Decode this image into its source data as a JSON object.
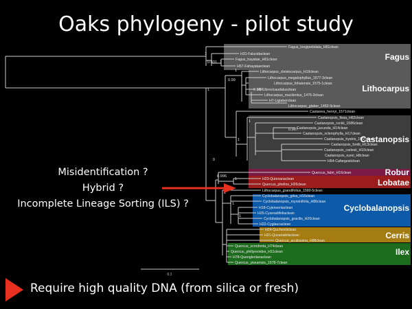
{
  "slide": {
    "title": "Oaks phylogeny - pilot study",
    "questions": [
      "Misidentification ?",
      "Hybrid ?",
      "Incomplete Lineage Sorting (ILS) ?"
    ],
    "footer": "Require high quality DNA (from silica or fresh)",
    "scale_label": "0.1"
  },
  "colors": {
    "fagus": "#5a5a5a",
    "lithocarpus": "#5a5a5a",
    "castanopsis": "#3d3d3d",
    "robur": "#7a1a45",
    "lobatae": "#9a1c1c",
    "cyclobalanopsis": "#0d5aa8",
    "cerris": "#a57c12",
    "ilex": "#1d6b1d",
    "arrow": "#e8301f"
  },
  "clades": [
    {
      "key": "fagus",
      "label": "Fagus",
      "color": "#5a5a5a"
    },
    {
      "key": "lithocarpus",
      "label": "Lithocarpus",
      "color": "#5a5a5a"
    },
    {
      "key": "castanopsis",
      "label": "Castanopsis",
      "color": "#3d3d3d"
    },
    {
      "key": "robur",
      "label": "Robur",
      "color": "#7a1a45"
    },
    {
      "key": "lobatae",
      "label": "Lobatae",
      "color": "#9a1c1c"
    },
    {
      "key": "cyclobalanopsis",
      "label": "Cyclobalanopsis",
      "color": "#0d5aa8"
    },
    {
      "key": "cerris",
      "label": "Cerris",
      "color": "#a57c12"
    },
    {
      "key": "ilex",
      "label": "Ilex",
      "color": "#1d6b1d"
    }
  ],
  "support_values": [
    "1",
    "0.031",
    "1",
    "1",
    "0.99",
    "0.997",
    "1",
    "1",
    "0.987",
    "1",
    "0.996",
    "1",
    "1",
    "1",
    "1",
    "0"
  ],
  "taxa": [
    {
      "name": "Fagus_longipetiolata_H81clean",
      "clade": "fagus"
    },
    {
      "name": "H31-Falucidaclean",
      "clade": "fagus"
    },
    {
      "name": "Fagus_hayatae_H61clean",
      "clade": "fagus"
    },
    {
      "name": "H57-Fahayataeclean",
      "clade": "fagus"
    },
    {
      "name": "Lithocarpus_cleistocarpus_H19clean",
      "clade": "lithocarpus"
    },
    {
      "name": "Lithocarpus_megalophyllus_1577-3clean",
      "clade": "lithocarpus"
    },
    {
      "name": "Lithocarpus_fohaiensis_1575-1clean",
      "clade": "lithocarpus"
    },
    {
      "name": "H6-Librevicaudatusclean",
      "clade": "lithocarpus"
    },
    {
      "name": "Lithocarpus_macilentus_1476-3clean",
      "clade": "lithocarpus"
    },
    {
      "name": "H7-Ligiaberclean",
      "clade": "lithocarpus"
    },
    {
      "name": "Lithocarpus_glaber_1492-9clean",
      "clade": "lithocarpus"
    },
    {
      "name": "Castanea_henryi_1571clean",
      "clade": ""
    },
    {
      "name": "Castanopsis_fissa_H62clean",
      "clade": "castanopsis"
    },
    {
      "name": "Castanopsis_rockii_1586clean",
      "clade": "castanopsis"
    },
    {
      "name": "Castanopsis_jucunda_H14clean",
      "clade": "castanopsis"
    },
    {
      "name": "Castanopsis_sclerophylla_H17clean",
      "clade": "castanopsis"
    },
    {
      "name": "Castanopsis_hystrix_1557clean",
      "clade": "castanopsis"
    },
    {
      "name": "Castanopsis_fordii_H13clean",
      "clade": "castanopsis"
    },
    {
      "name": "Castanopsis_carlesii_H10clean",
      "clade": "castanopsis"
    },
    {
      "name": "Castanopsis_eyrei_H8clean",
      "clade": "castanopsis"
    },
    {
      "name": "H64-Cafargesiiclean",
      "clade": "castanopsis"
    },
    {
      "name": "Quercus_fabri_H16clean",
      "clade": "robur"
    },
    {
      "name": "H23-Qutexanaclean",
      "clade": "lobatae"
    },
    {
      "name": "Quercus_phellos_H26clean",
      "clade": "lobatae"
    },
    {
      "name": "Lithocarpus_grandifolius_1580-5clean",
      "clade": ""
    },
    {
      "name": "Cyclobalanopsis_gilva_H15clean",
      "clade": "cyclobalanopsis"
    },
    {
      "name": "Cyclobalanopsis_myrsinifolia_H86clean",
      "clade": "cyclobalanopsis"
    },
    {
      "name": "H18-Cyjenseniaclean",
      "clade": "cyclobalanopsis"
    },
    {
      "name": "H25-Cysessilifoliaclean",
      "clade": "cyclobalanopsis"
    },
    {
      "name": "Cyclobalanopsis_gracilis_H20clean",
      "clade": "cyclobalanopsis"
    },
    {
      "name": "H22-Cyglaucaclean",
      "clade": "cyclobalanopsis"
    },
    {
      "name": "H24-Quchenliiclean",
      "clade": "cerris"
    },
    {
      "name": "H21-Quvariabilisclean",
      "clade": "cerris"
    },
    {
      "name": "Quercus_acutissima_H88clean",
      "clade": "cerris"
    },
    {
      "name": "Quercus_scrodonta_H74clean",
      "clade": "ilex"
    },
    {
      "name": "Quercus_phillyreoides_H11clean",
      "clade": "ilex"
    },
    {
      "name": "H78-Quengleriianaclean",
      "clade": "ilex"
    },
    {
      "name": "Quercus_yiwuensis_1578-7clean",
      "clade": "ilex"
    }
  ]
}
